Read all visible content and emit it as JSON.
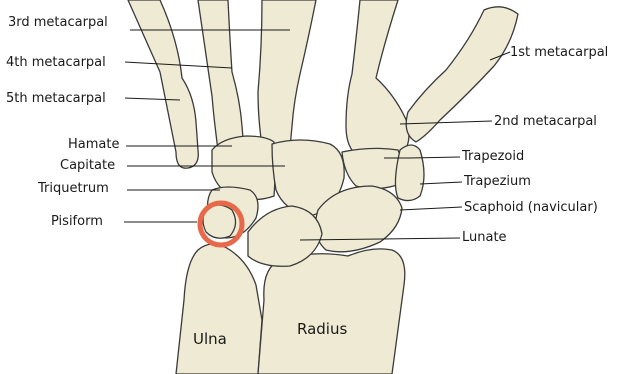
{
  "labels": {
    "metacarpal_3": "3rd metacarpal",
    "metacarpal_4": "4th metacarpal",
    "metacarpal_5": "5th metacarpal",
    "metacarpal_1": "1st metacarpal",
    "metacarpal_2": "2nd metacarpal",
    "hamate": "Hamate",
    "capitate": "Capitate",
    "triquetrum": "Triquetrum",
    "pisiform": "Pisiform",
    "trapezoid": "Trapezoid",
    "trapezium": "Trapezium",
    "scaphoid": "Scaphoid (navicular)",
    "lunate": "Lunate",
    "ulna": "Ulna",
    "radius": "Radius"
  },
  "colors": {
    "bone_fill": "#efead3",
    "bone_outline": "#3a3a3a",
    "highlight_ring": "#e8684a"
  },
  "highlighted_bone": "pisiform"
}
